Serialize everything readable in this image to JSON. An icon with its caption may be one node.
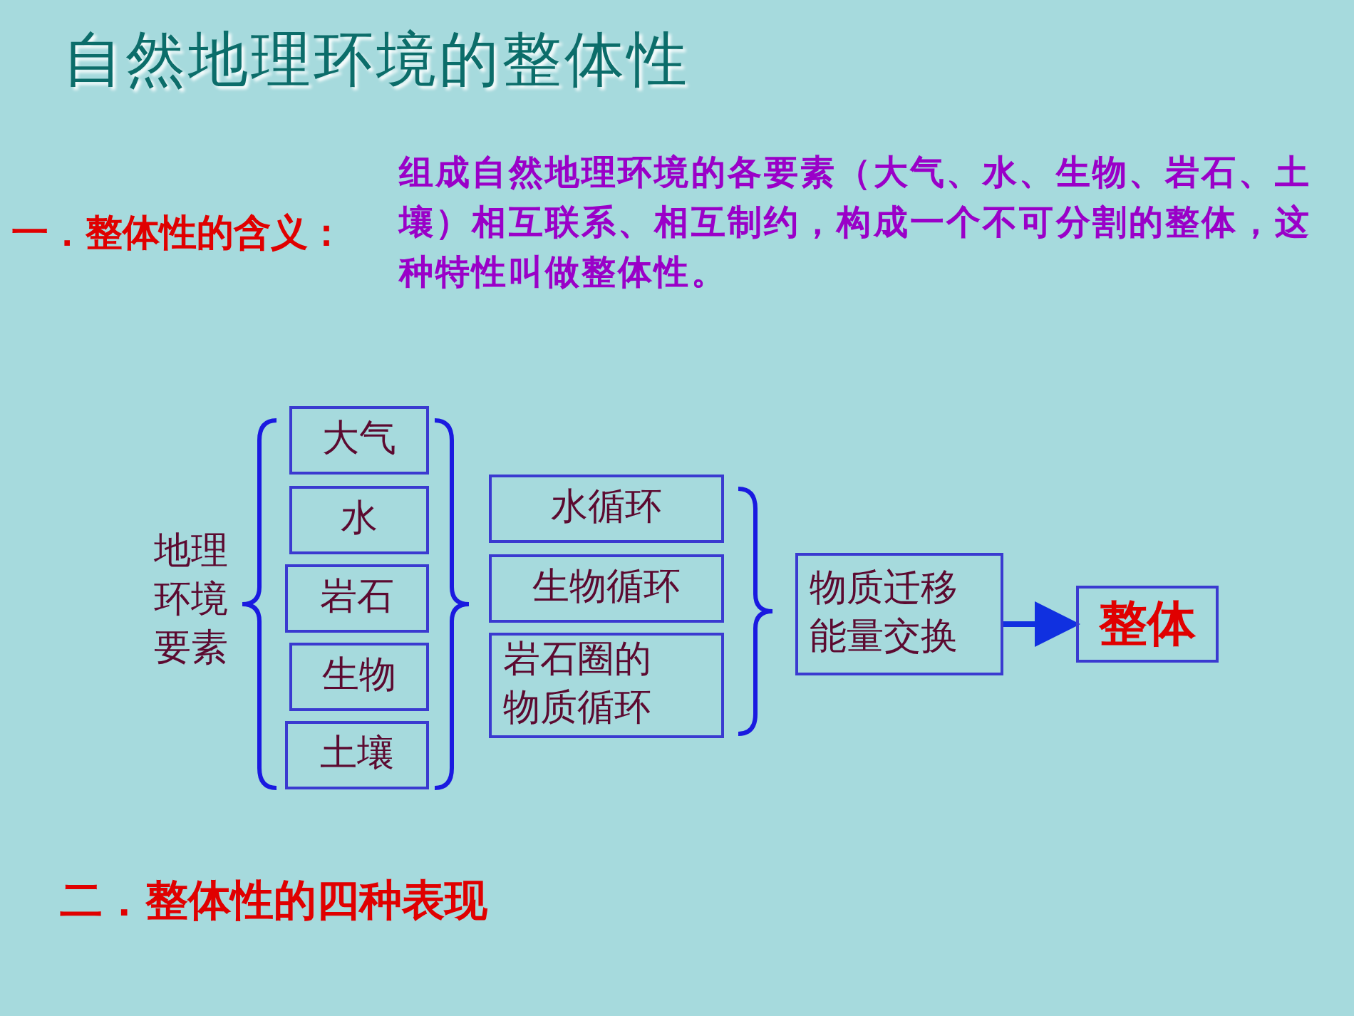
{
  "diagram": {
    "title": "自然地理环境的整体性",
    "nodes": [
      {
        "text": [
          "地理环境要素"
        ]
      },
      {
        "text": [
          "大气"
        ]
      },
      {
        "text": [
          "水"
        ]
      },
      {
        "text": [
          "岩石"
        ]
      },
      {
        "text": [
          "生物"
        ]
      },
      {
        "text": [
          "土壤"
        ]
      },
      {
        "text": [
          "水循环"
        ]
      },
      {
        "text": [
          "生物循环"
        ]
      },
      {
        "text": [
          "岩石圈的物质循环"
        ]
      },
      {
        "text": [
          "物质迁移能量交换"
        ]
      },
      {
        "text": [
          "整体"
        ]
      }
    ],
    "edges": [
      {
        "from": 9,
        "to": 10,
        "arrow": "to"
      }
    ],
    "labels": [
      "一．整体性的含义：",
      "组成自然地理环境的各要素（大气、水、生物、岩石、土壤）相互联系、相互制约，构成一个不可分割的整体，这种特性叫做整体性。",
      "二．整体性的四种表现"
    ]
  }
}
